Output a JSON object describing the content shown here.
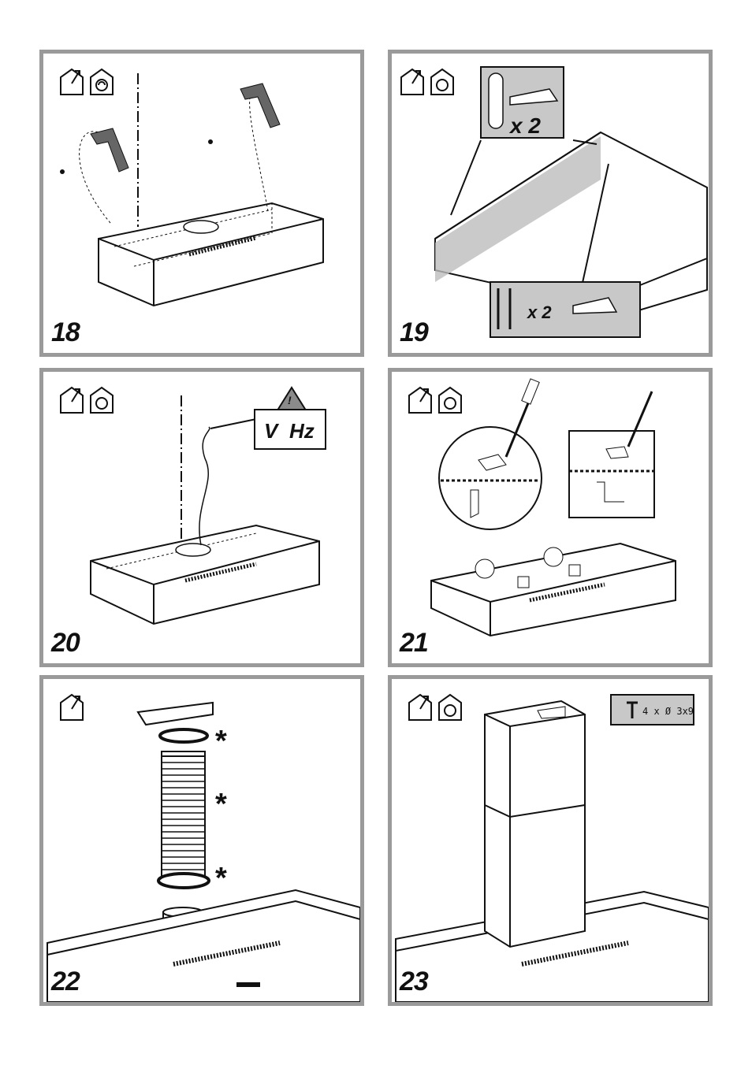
{
  "panels": [
    {
      "step": "18"
    },
    {
      "step": "19",
      "qty_top": "x 2",
      "qty_bottom": "x 2"
    },
    {
      "step": "20",
      "voltage": "V",
      "frequency": "Hz",
      "warning_symbol": "!"
    },
    {
      "step": "21"
    },
    {
      "step": "22",
      "marker": "*"
    },
    {
      "step": "23",
      "screw_spec": "4 x  Ø 3x9"
    }
  ],
  "icons": [
    "duct-out-icon",
    "recirculation-icon",
    "warning-triangle-icon",
    "screwdriver-icon",
    "screw-icon"
  ],
  "colors": {
    "frame": "#9a9a9a",
    "line": "#111111",
    "shade": "#bdbdbd",
    "warning": "#8a8a8a"
  }
}
